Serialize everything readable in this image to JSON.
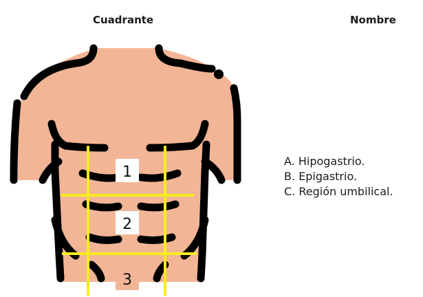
{
  "headers": {
    "quadrant": "Cuadrante",
    "name": "Nombre"
  },
  "regions": [
    {
      "label": "1"
    },
    {
      "label": "2"
    },
    {
      "label": "3"
    }
  ],
  "options": [
    {
      "text": "A. Hipogastrio."
    },
    {
      "text": "B. Epigastrio."
    },
    {
      "text": "C. Región umbilical."
    }
  ],
  "colors": {
    "skin": "#F2B596",
    "outline": "#000000",
    "grid_lines": "#F7EC1E",
    "label_box": "#FFFFFF"
  }
}
